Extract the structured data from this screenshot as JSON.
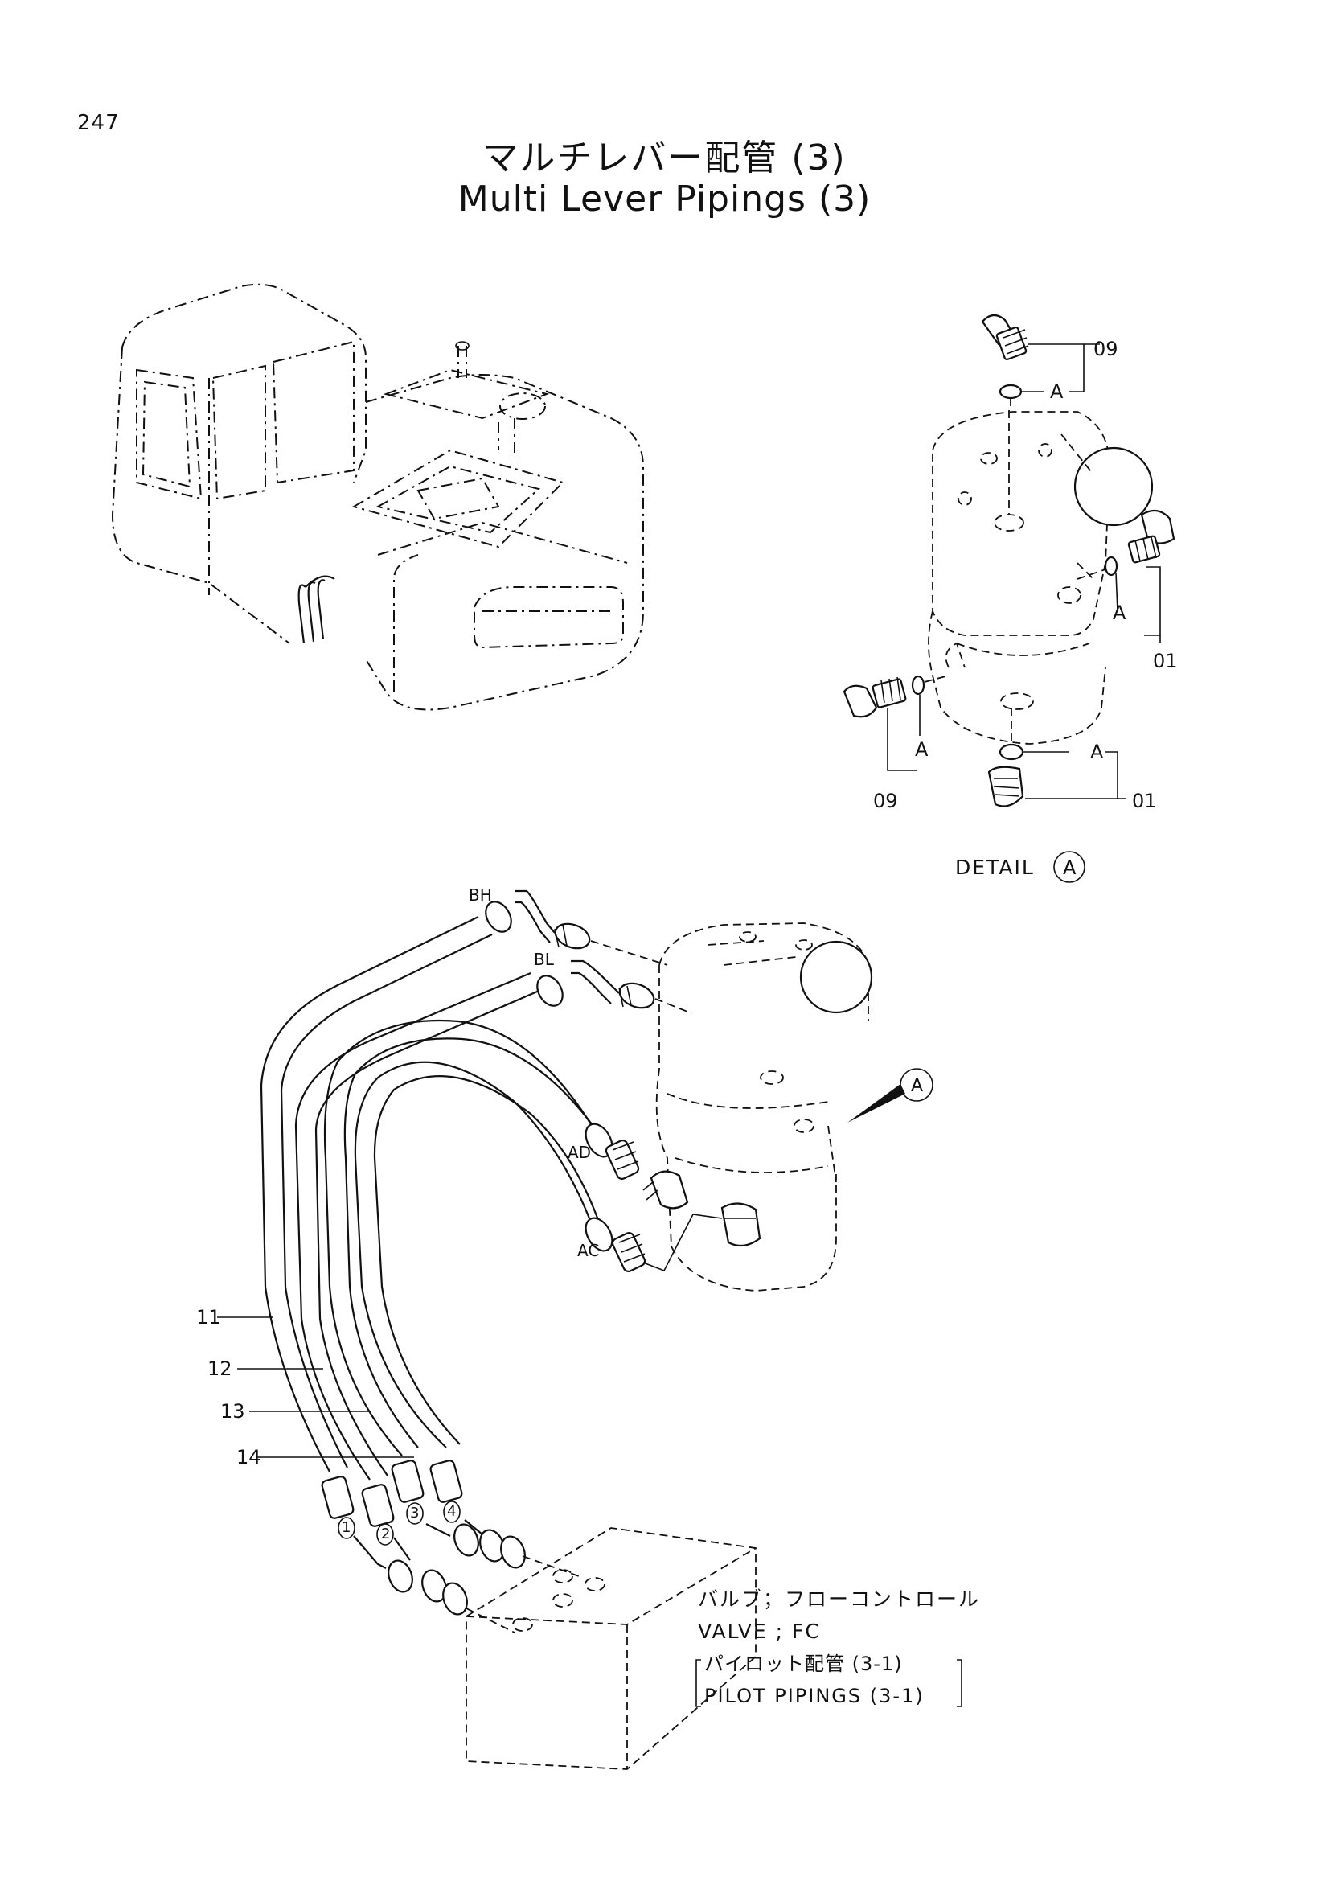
{
  "page": {
    "number": "247"
  },
  "title": {
    "japanese": "マルチレバー配管 (3)",
    "english": "Multi Lever Pipings (3)"
  },
  "detail": {
    "caption": "DETAIL",
    "marker": "A",
    "callouts": [
      {
        "part": "09",
        "mark": "A"
      },
      {
        "part": "01",
        "mark": "A"
      },
      {
        "part": "09",
        "mark": "A"
      },
      {
        "part": "01",
        "mark": "A"
      }
    ]
  },
  "main": {
    "ports": [
      "BH",
      "BL",
      "AD",
      "AC"
    ],
    "hose_parts": [
      "11",
      "12",
      "13",
      "14"
    ],
    "hose_numbers": [
      "1",
      "2",
      "3",
      "4"
    ],
    "detail_marker": "A"
  },
  "notes": {
    "valve_jp": "バルブ；フローコントロール",
    "valve_en": "VALVE ; FC",
    "pilot_jp": "パイロット配管 (3-1)",
    "pilot_en": "PILOT PIPINGS (3-1)"
  }
}
